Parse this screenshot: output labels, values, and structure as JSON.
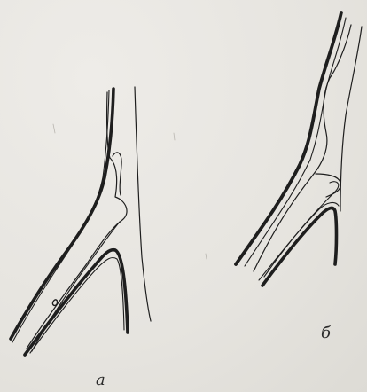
{
  "figure": {
    "panels": [
      {
        "id": "a",
        "label": "а"
      },
      {
        "id": "b",
        "label": "б"
      }
    ],
    "colors": {
      "ink": "#1e1e1e",
      "paper": "#e9e7e2"
    }
  }
}
